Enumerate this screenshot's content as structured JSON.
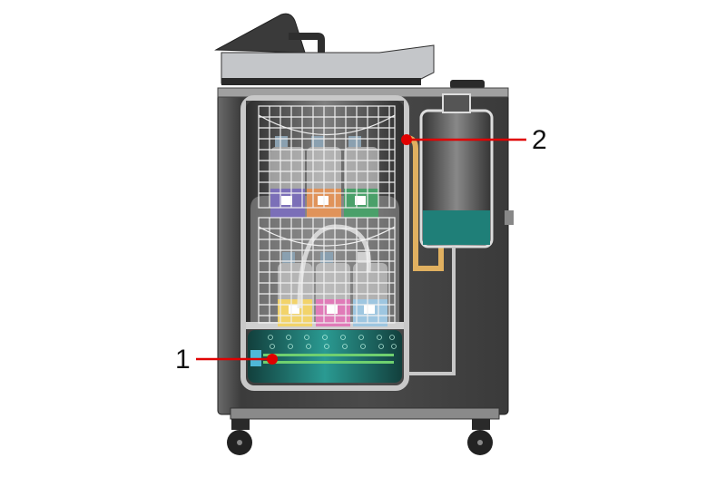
{
  "diagram": {
    "subject": "autoclave-cutaway",
    "colors": {
      "body": "#4a4a4a",
      "frame": "#b8b8b8",
      "water": "#1f6f6a",
      "steam_tube": "#e0b060",
      "callout": "#e00000",
      "lid": "#c4c6c9"
    },
    "bottles_top": [
      {
        "color": "#7b6fb8"
      },
      {
        "color": "#e0935a"
      },
      {
        "color": "#4aa06a"
      }
    ],
    "bottles_bottom": [
      {
        "color": "#f2d36a"
      },
      {
        "color": "#e07bb8"
      },
      {
        "color": "#9ec6e0"
      }
    ],
    "callouts": [
      {
        "label": "1",
        "target": "heater-element"
      },
      {
        "label": "2",
        "target": "steam-tube"
      }
    ]
  }
}
